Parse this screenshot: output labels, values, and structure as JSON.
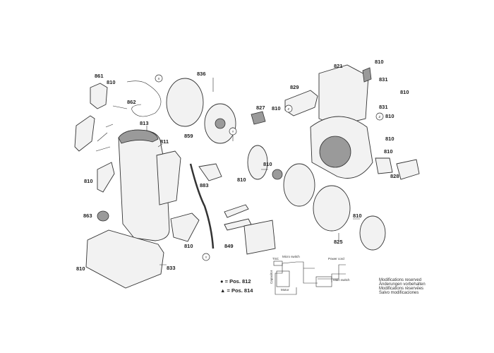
{
  "labels": {
    "p861": "861",
    "p810a": "810",
    "p862": "862",
    "p836": "836",
    "p821": "821",
    "p810b": "810",
    "p831a": "831",
    "p810c": "810",
    "p831b": "831",
    "p810d": "810",
    "p810e": "810",
    "p829": "829",
    "p827": "827",
    "p810f": "810",
    "p813": "813",
    "p811": "811",
    "p859": "859",
    "p810g": "810",
    "p828": "828",
    "p810h": "810",
    "p883": "883",
    "p810i": "810",
    "p863": "863",
    "p810j": "810",
    "p810k": "810",
    "p849": "849",
    "p825": "825",
    "p833": "833",
    "p810l": "810",
    "p810m": "810"
  },
  "markers": {
    "x": "X",
    "y": "Y",
    "z": "Z"
  },
  "legend": {
    "dot": "● = Pos. 812",
    "triangle": "▲ = Pos. 814"
  },
  "wiring": {
    "tsc": "TSC",
    "micro_switch": "Micro switch",
    "power_cord": "Power cord",
    "main_switch": "Main switch",
    "motor": "Motor",
    "capacitor": "Capacitor"
  },
  "notice": [
    "Modifications reserved",
    "Änderungen vorbehalten",
    "Modifications réservées",
    "Salvo modificaciones"
  ]
}
